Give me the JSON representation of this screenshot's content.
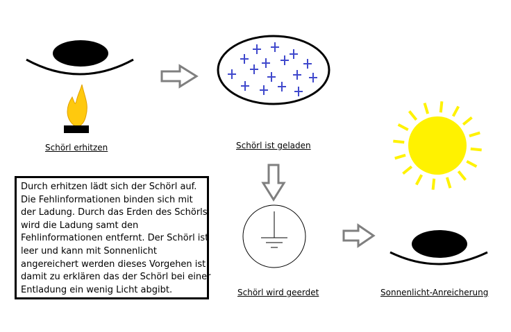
{
  "labels": {
    "heat": "Schörl erhitzen",
    "charged": "Schörl ist geladen",
    "grounded": "Schörl wird geerdet",
    "enrich": "Sonnenlicht-Anreicherung"
  },
  "description_lines": [
    "Durch erhitzen lädt sich der Schörl auf.",
    "Die Fehlinformationen binden sich mit",
    "der Ladung. Durch das Erden des Schörls",
    "wird die Ladung samt den",
    "Fehlinformationen entfernt. Der Schörl ist",
    "leer und kann mit Sonnenlicht",
    "angereichert werden dieses Vorgehen ist",
    "damit zu erklären das der Schörl bei einer",
    "Entladung ein wenig Licht abgibt."
  ],
  "colors": {
    "charge": "#3f48cc",
    "sun": "#fff200",
    "flame": "#ffc90e",
    "arrow": "#7f7f7f"
  }
}
